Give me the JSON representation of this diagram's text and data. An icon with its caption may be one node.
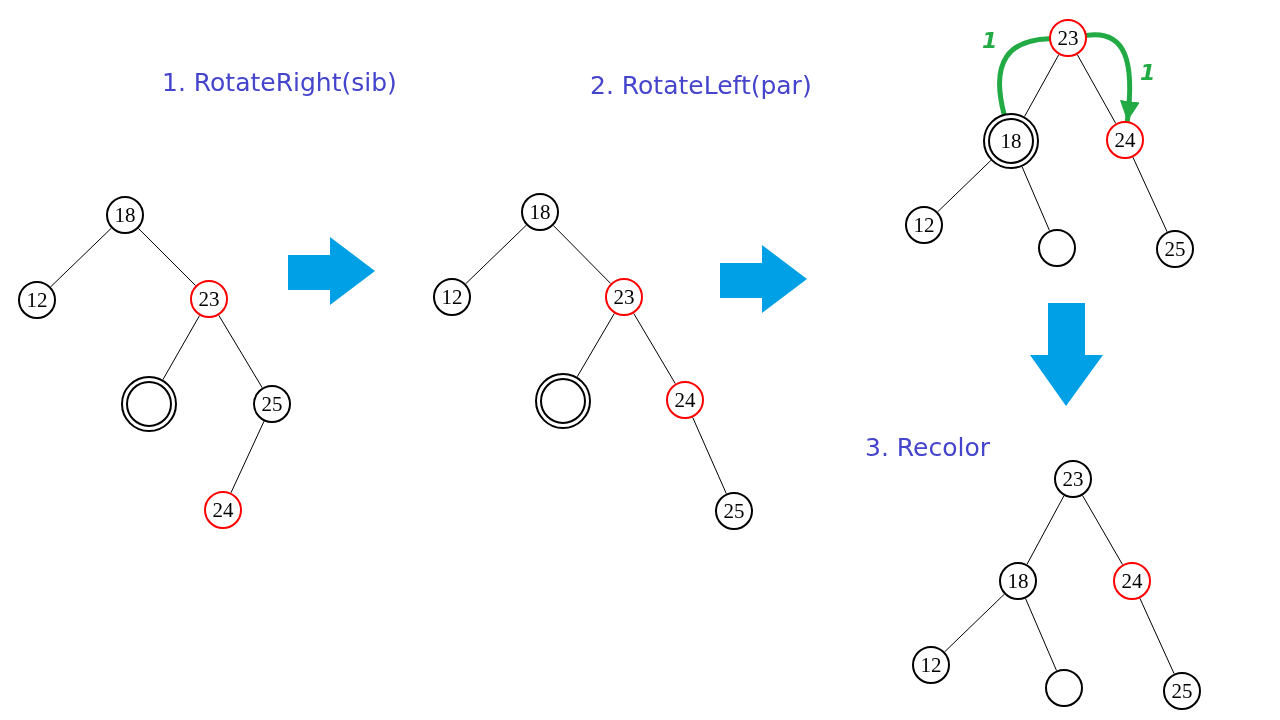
{
  "diagram": {
    "nodes": [
      {
        "text": [
          "18"
        ]
      },
      {
        "text": [
          "12"
        ]
      },
      {
        "text": [
          "23"
        ]
      },
      {
        "text": [],
        "shape": "circle"
      },
      {
        "text": [
          "25"
        ]
      },
      {
        "text": [
          "24"
        ]
      },
      {
        "text": [
          "18"
        ]
      },
      {
        "text": [
          "12"
        ]
      },
      {
        "text": [
          "23"
        ]
      },
      {
        "text": [],
        "shape": "circle"
      },
      {
        "text": [
          "24"
        ]
      },
      {
        "text": [
          "25"
        ]
      },
      {
        "text": [
          "23"
        ]
      },
      {
        "text": [
          "18"
        ]
      },
      {
        "text": [
          "24"
        ]
      },
      {
        "text": [
          "12"
        ]
      },
      {
        "text": [],
        "shape": "circle"
      },
      {
        "text": [
          "25"
        ]
      },
      {
        "text": [
          "23"
        ]
      },
      {
        "text": [
          "18"
        ]
      },
      {
        "text": [
          "24"
        ]
      },
      {
        "text": [
          "12"
        ]
      },
      {
        "text": [],
        "shape": "circle"
      },
      {
        "text": [
          "25"
        ]
      }
    ],
    "edges": [
      {
        "from": 0,
        "to": 1,
        "arrow": "none"
      },
      {
        "from": 0,
        "to": 2,
        "arrow": "none"
      },
      {
        "from": 2,
        "to": 3,
        "arrow": "none"
      },
      {
        "from": 2,
        "to": 4,
        "arrow": "none"
      },
      {
        "from": 4,
        "to": 5,
        "arrow": "none"
      },
      {
        "from": 6,
        "to": 7,
        "arrow": "none"
      },
      {
        "from": 6,
        "to": 8,
        "arrow": "none"
      },
      {
        "from": 8,
        "to": 9,
        "arrow": "none"
      },
      {
        "from": 8,
        "to": 10,
        "arrow": "none"
      },
      {
        "from": 10,
        "to": 11,
        "arrow": "none"
      },
      {
        "from": 12,
        "to": 13,
        "arrow": "none"
      },
      {
        "from": 12,
        "to": 14,
        "arrow": "none"
      },
      {
        "from": 13,
        "to": 15,
        "arrow": "none"
      },
      {
        "from": 13,
        "to": 16,
        "arrow": "none"
      },
      {
        "from": 14,
        "to": 17,
        "arrow": "none"
      },
      {
        "from": 18,
        "to": 19,
        "arrow": "none"
      },
      {
        "from": 18,
        "to": 20,
        "arrow": "none"
      },
      {
        "from": 19,
        "to": 21,
        "arrow": "none"
      },
      {
        "from": 19,
        "to": 22,
        "arrow": "none"
      },
      {
        "from": 20,
        "to": 23,
        "arrow": "none"
      },
      {
        "from": 13,
        "to": 12,
        "arrow": "none",
        "style": "thick",
        "color": "#22aa44"
      },
      {
        "from": 12,
        "to": 14,
        "arrow": "to",
        "style": "thick",
        "color": "#22aa44"
      }
    ],
    "labels": [
      "1. RotateRight(sib)",
      "2. RotateLeft(par)",
      "1",
      "1",
      "3. Recolor"
    ]
  }
}
